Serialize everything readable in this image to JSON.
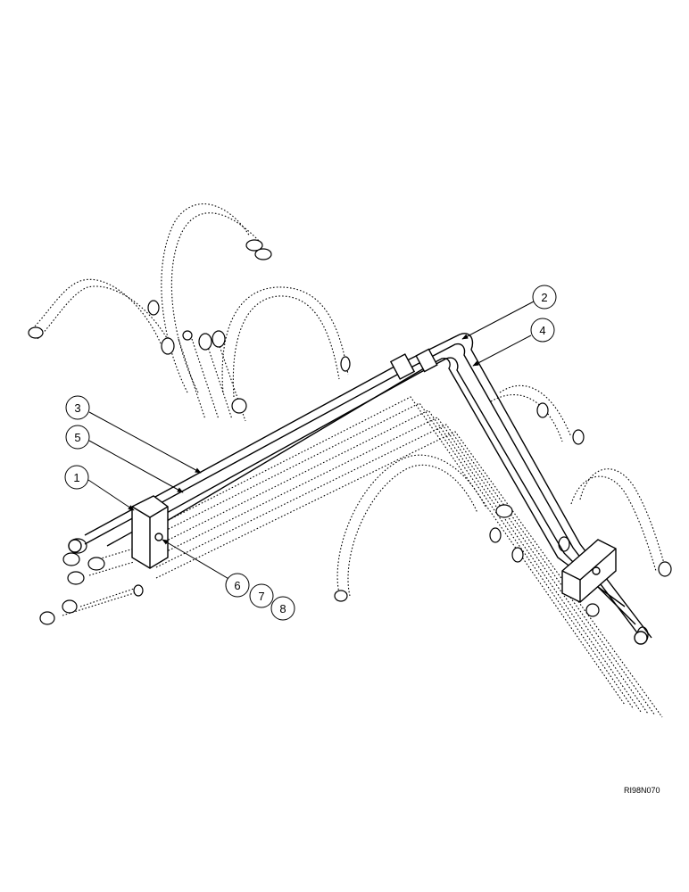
{
  "figure_code": "RI98N070",
  "callouts": [
    {
      "label": "1"
    },
    {
      "label": "2"
    },
    {
      "label": "3"
    },
    {
      "label": "4"
    },
    {
      "label": "5"
    },
    {
      "label": "6"
    },
    {
      "label": "7"
    },
    {
      "label": "8"
    }
  ]
}
